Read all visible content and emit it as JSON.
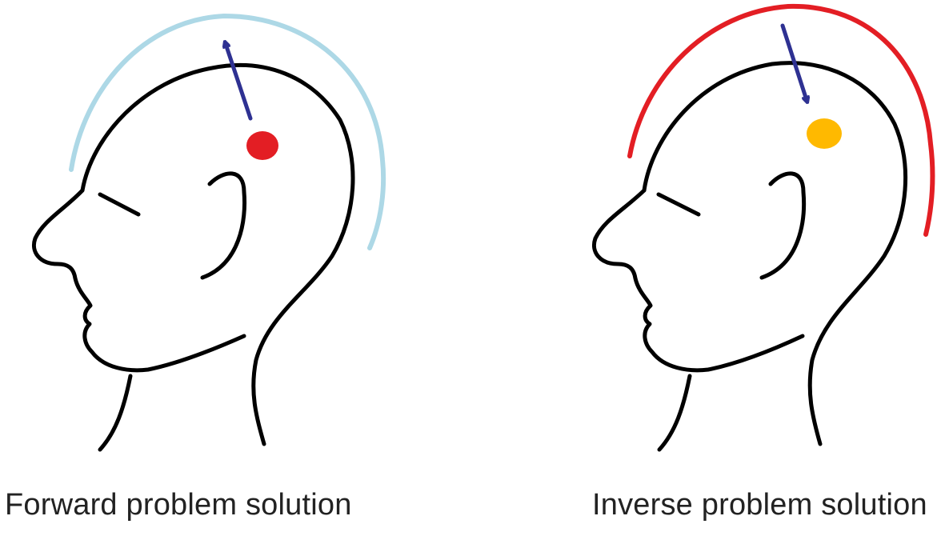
{
  "panels": [
    {
      "caption": "Forward problem solution",
      "arc_color": "#add8e6",
      "source_color": "#e31e24",
      "arrow_color": "#2e3192",
      "arrow_direction": "outward"
    },
    {
      "caption": "Inverse problem solution",
      "arc_color": "#e31e24",
      "source_color": "#ffb900",
      "arrow_color": "#2e3192",
      "arrow_direction": "inward"
    }
  ],
  "head_outline_color": "#000000"
}
